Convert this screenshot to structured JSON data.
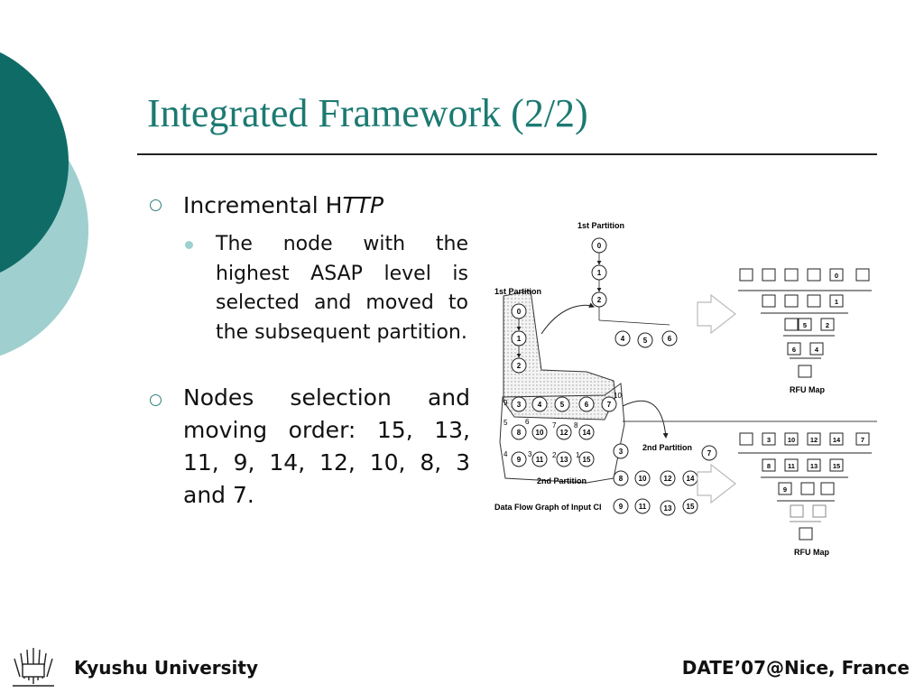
{
  "slide": {
    "title": "Integrated Framework (2/2)"
  },
  "bullets": {
    "b1_text_main": "Incremental H",
    "b1_text_italic": "TTP",
    "sub_text": "The node with the highest ASAP level is selected and moved to the subsequent partition.",
    "b2_text": "Nodes selection and moving order: 15, 13, 11, 9, 14, 12, 10, 8, 3 and 7."
  },
  "diagram": {
    "left_first_partition": "1st Partition",
    "left_second_partition": "2nd Partition",
    "left_caption": "Data Flow Graph of Input CI",
    "mid_first_partition": "1st Partition",
    "mid_second_partition": "2nd Partition",
    "rfu_map_top": "RFU Map",
    "rfu_map_bottom": "RFU Map",
    "left_nodes": [
      "0",
      "1",
      "2",
      "3",
      "4",
      "5",
      "6",
      "7",
      "8",
      "10",
      "12",
      "14",
      "9",
      "11",
      "13",
      "15"
    ],
    "left_edge_labels": [
      "9",
      "5",
      "6",
      "7",
      "8",
      "4",
      "3",
      "2",
      "1",
      "10"
    ],
    "mid_top_nodes": [
      "0",
      "1",
      "2",
      "4",
      "5",
      "6"
    ],
    "mid_bottom_nodes": [
      "3",
      "7",
      "8",
      "10",
      "12",
      "14",
      "9",
      "11",
      "13",
      "15"
    ],
    "rfu_top_cells": [
      "0",
      "1",
      "5",
      "2",
      "6",
      "4"
    ],
    "rfu_bottom_cells": [
      "3",
      "10",
      "12",
      "14",
      "7",
      "8",
      "11",
      "13",
      "15",
      "9"
    ]
  },
  "footer": {
    "left": "Kyushu University",
    "right": "DATE’07@Nice, France"
  },
  "colors": {
    "accent_dark": "#0f6b66",
    "accent_light": "#9fcfcf",
    "title": "#1c7a72"
  }
}
